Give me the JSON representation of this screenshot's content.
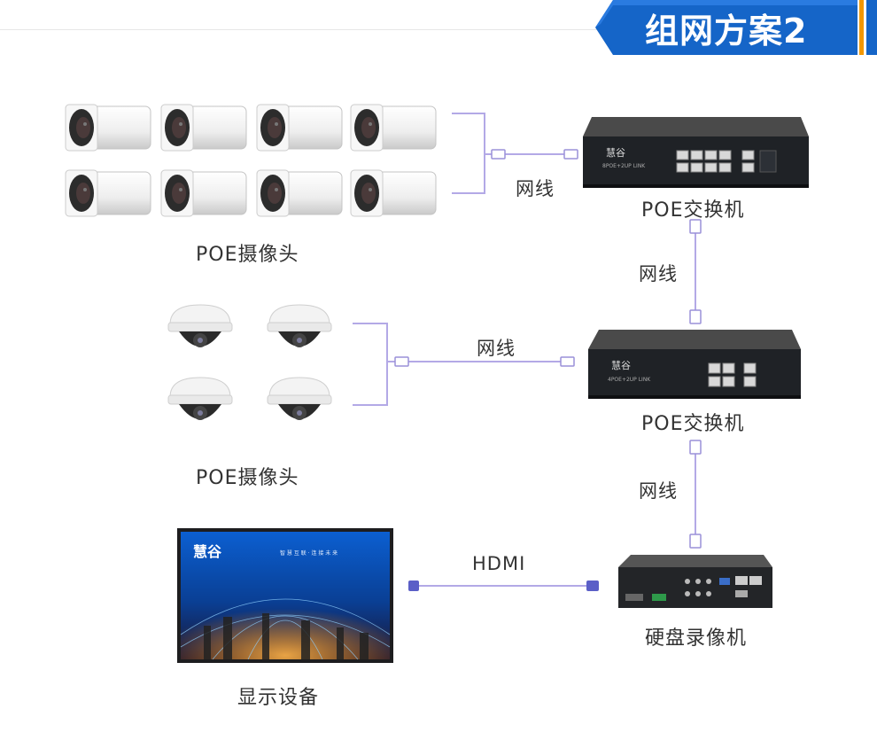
{
  "header": {
    "title": "组网方案2"
  },
  "colors": {
    "banner_blue": "#1565c8",
    "banner_dark": "#0d4fa0",
    "accent_orange": "#f39800",
    "cable": "#b3a9e6"
  },
  "devices": {
    "bullet_cameras": {
      "label": "POE摄像头"
    },
    "dome_cameras": {
      "label": "POE摄像头"
    },
    "switch_top": {
      "label": "POE交换机",
      "panel_text": "8POE+2UP LINK",
      "brand": "慧谷"
    },
    "switch_mid": {
      "label": "POE交换机",
      "panel_text": "4POE+2UP LINK",
      "brand": "慧谷"
    },
    "nvr": {
      "label": "硬盘录像机"
    },
    "display": {
      "label": "显示设备",
      "brand": "慧谷",
      "slogan": "智 慧 互 联 · 连 接 未 来"
    }
  },
  "connections": {
    "bullet_to_switch": "网线",
    "switch_top_to_mid": "网线",
    "dome_to_switch": "网线",
    "switch_mid_to_nvr": "网线",
    "nvr_to_display": "HDMI"
  }
}
